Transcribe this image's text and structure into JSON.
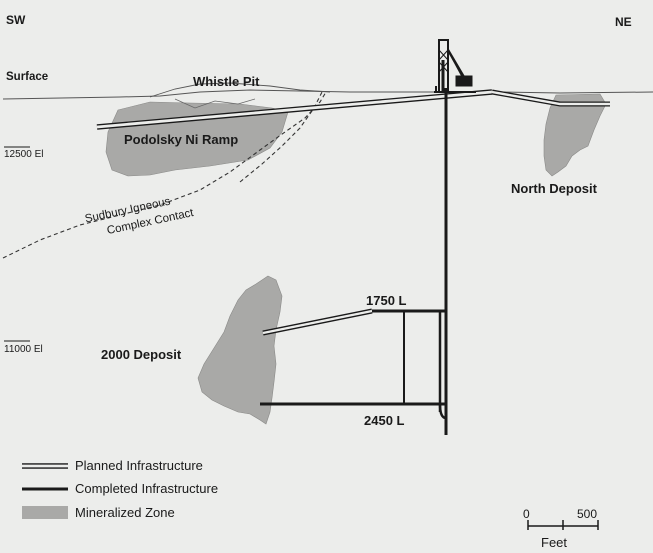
{
  "corners": {
    "left": "SW",
    "right": "NE"
  },
  "labels": {
    "surface": "Surface",
    "whistle_pit": "Whistle Pit",
    "podolsky": "Podolsky Ni Ramp",
    "el_12500": "12500 El",
    "el_11000": "11000 El",
    "contact_line1": "Sudbury Igneous",
    "contact_line2": "Complex Contact",
    "north_deposit": "North Deposit",
    "deposit_2000": "2000 Deposit",
    "level_1750": "1750 L",
    "level_2450": "2450 L"
  },
  "legend": {
    "planned": "Planned Infrastructure",
    "completed": "Completed Infrastructure",
    "mineralized": "Mineralized Zone"
  },
  "scale": {
    "zero": "0",
    "max": "500",
    "unit": "Feet"
  },
  "colors": {
    "background": "#ecedeb",
    "mineralized": "#a9a9a7",
    "line": "#1a1a1a"
  }
}
